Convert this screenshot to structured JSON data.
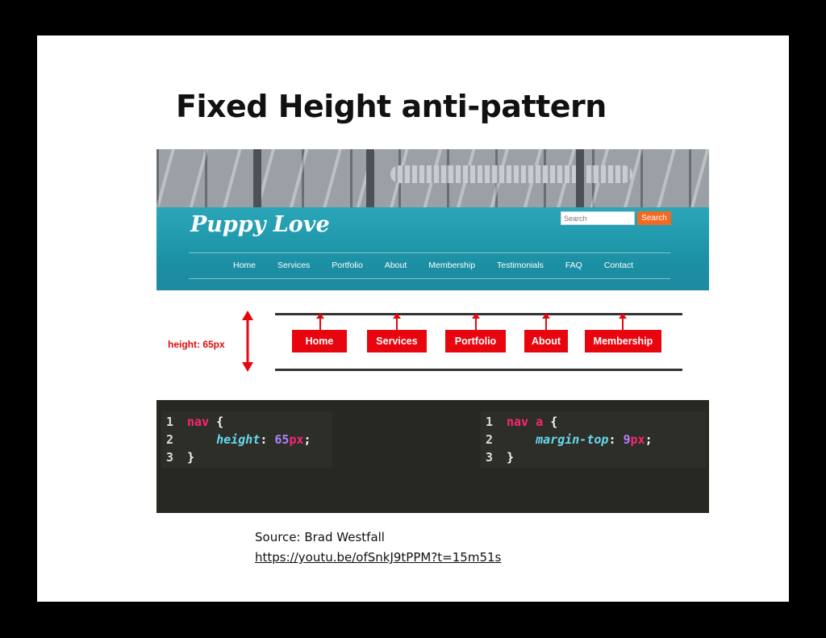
{
  "slide": {
    "title": "Fixed Height anti-pattern"
  },
  "screenshot": {
    "logo": "Puppy Love",
    "search_placeholder": "Search",
    "search_button": "Search",
    "nav": [
      "Home",
      "Services",
      "Portfolio",
      "About",
      "Membership",
      "Testimonials",
      "FAQ",
      "Contact"
    ]
  },
  "diagram": {
    "height_label": "height: 65px",
    "buttons": [
      "Home",
      "Services",
      "Portfolio",
      "About",
      "Membership"
    ]
  },
  "code": {
    "left": {
      "line_numbers": [
        "1",
        "2",
        "3"
      ],
      "selector": "nav",
      "open": "{",
      "property": "height",
      "value": "65",
      "unit": "px",
      "close": "}"
    },
    "right": {
      "line_numbers": [
        "1",
        "2",
        "3"
      ],
      "selector": "nav a",
      "open": "{",
      "property": "margin-top",
      "value": "9",
      "unit": "px",
      "close": "}"
    }
  },
  "source": {
    "label": "Source: Brad Westfall",
    "url": "https://youtu.be/ofSnkJ9tPPM?t=15m51s"
  },
  "colors": {
    "accent_red": "#e8050e",
    "banner_teal": "#1b8fa4",
    "search_orange": "#f26a21",
    "code_bg": "#272822"
  }
}
